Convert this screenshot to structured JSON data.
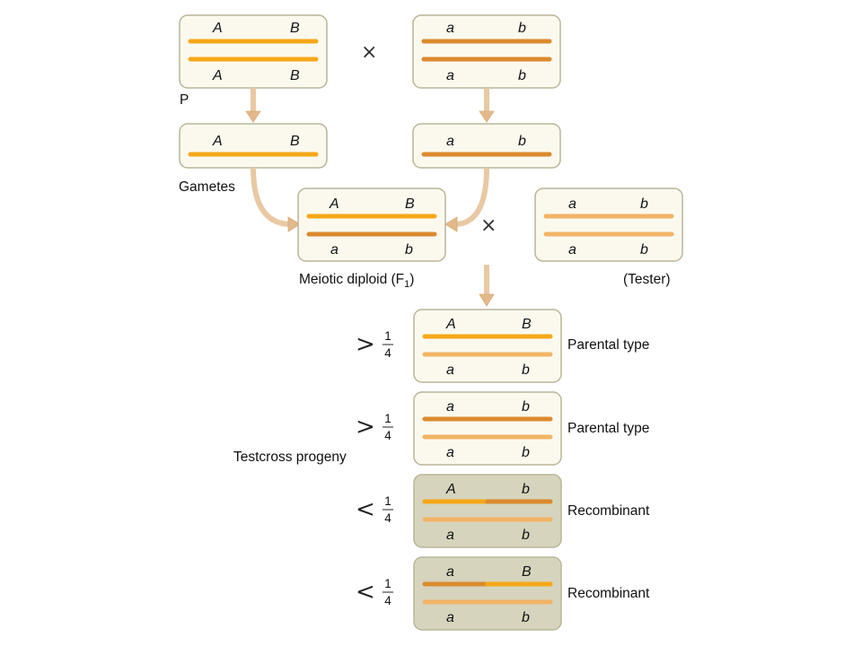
{
  "colors": {
    "A_strand": "#f5a817",
    "a_strand": "#db8a2e",
    "tester_strand": "#f2b466",
    "light_box": "#fbf9ee",
    "recombinant_box": "#d6d4bc",
    "arrow": "#e8c9a3"
  },
  "symbols": {
    "cross": "×",
    "greater_than": ">",
    "less_than": "<"
  },
  "parents": {
    "p_label": "P",
    "left": {
      "top": [
        "A",
        "B"
      ],
      "bottom": [
        "A",
        "B"
      ]
    },
    "right": {
      "top": [
        "a",
        "b"
      ],
      "bottom": [
        "a",
        "b"
      ]
    }
  },
  "gametes": {
    "label": "Gametes",
    "left": [
      "A",
      "B"
    ],
    "right": [
      "a",
      "b"
    ]
  },
  "f1": {
    "label_main": "Meiotic diploid (F",
    "label_sub": "1",
    "label_end": ")",
    "top": [
      "A",
      "B"
    ],
    "bottom": [
      "a",
      "b"
    ]
  },
  "tester": {
    "label": "(Tester)",
    "top": [
      "a",
      "b"
    ],
    "bottom": [
      "a",
      "b"
    ]
  },
  "progeny": {
    "label": "Testcross progeny",
    "rows": [
      {
        "relation": ">",
        "numerator": "1",
        "denominator": "4",
        "top": [
          "A",
          "B"
        ],
        "bottom": [
          "a",
          "b"
        ],
        "type_label": "Parental type"
      },
      {
        "relation": ">",
        "numerator": "1",
        "denominator": "4",
        "top": [
          "a",
          "b"
        ],
        "bottom": [
          "a",
          "b"
        ],
        "type_label": "Parental type"
      },
      {
        "relation": "<",
        "numerator": "1",
        "denominator": "4",
        "top": [
          "A",
          "b"
        ],
        "bottom": [
          "a",
          "b"
        ],
        "type_label": "Recombinant"
      },
      {
        "relation": "<",
        "numerator": "1",
        "denominator": "4",
        "top": [
          "a",
          "B"
        ],
        "bottom": [
          "a",
          "b"
        ],
        "type_label": "Recombinant"
      }
    ]
  }
}
